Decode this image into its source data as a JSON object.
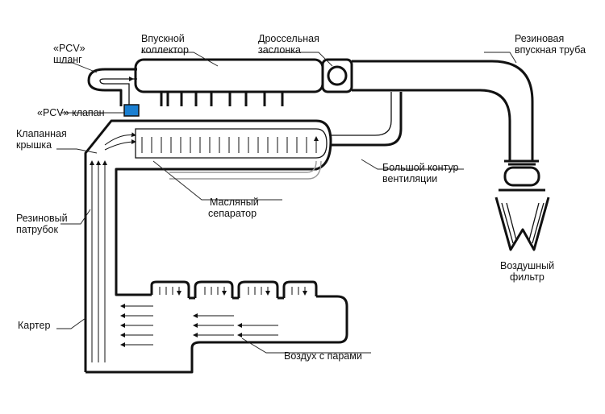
{
  "labels": {
    "pcv_hose_line1": "«PCV»",
    "pcv_hose_line2": "шланг",
    "intake_manifold_line1": "Впускной",
    "intake_manifold_line2": "коллектор",
    "throttle_line1": "Дроссельная",
    "throttle_line2": "заслонка",
    "rubber_pipe_line1": "Резиновая",
    "rubber_pipe_line2": "впускная труба",
    "pcv_valve": "«PCV» клапан",
    "valve_cover_line1": "Клапанная",
    "valve_cover_line2": "крышка",
    "big_loop_line1": "Большой контур",
    "big_loop_line2": "вентиляции",
    "oil_separator_line1": "Масляный",
    "oil_separator_line2": "сепаратор",
    "rubber_hose_line1": "Резиновый",
    "rubber_hose_line2": "патрубок",
    "air_filter_line1": "Воздушный",
    "air_filter_line2": "фильтр",
    "crankcase": "Картер",
    "blowby": "Воздух с парами"
  },
  "colors": {
    "line": "#111111",
    "pcv_valve": "#1a7fd1",
    "separator": "#999999"
  }
}
